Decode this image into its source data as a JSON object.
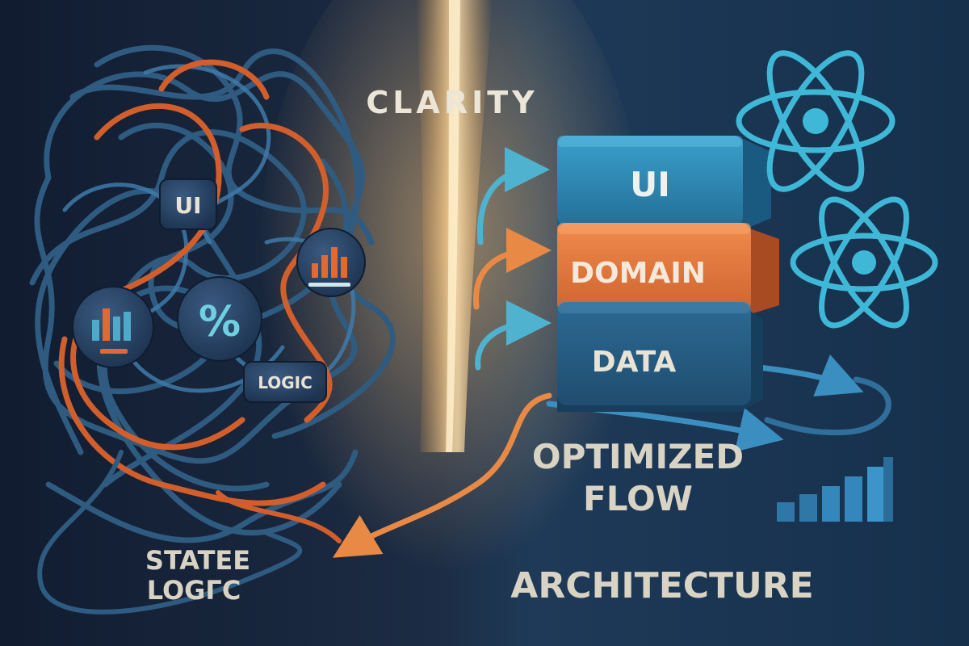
{
  "labels": {
    "clarity": "CLARITY",
    "chaos_ui": "UI",
    "chaos_percent": "%",
    "chaos_logic": "LOGIC",
    "state_logic_line1": "STATEE",
    "state_logic_line2": "LOGГC"
  },
  "layers": {
    "ui": "UI",
    "domain": "DOMAIN",
    "data": "DATA"
  },
  "caption": {
    "line1": "OPTIMIZED",
    "line2": "FLOW",
    "line3": "ARCHITECTURE"
  },
  "icons": [
    "react-atom-icon",
    "react-atom-icon",
    "bar-chart-icon",
    "percent-icon",
    "bar-chart-icon",
    "bar-chart-icon"
  ],
  "colors": {
    "background_dark": "#13213a",
    "background_right": "#1d3d5c",
    "tangle_blue": "#3b6f99",
    "tangle_orange": "#d8602e",
    "light_beam": "#f4b860",
    "layer_ui": "#2e86b0",
    "layer_domain": "#e47a3e",
    "layer_data": "#25587c",
    "react_cyan": "#3fb8d8",
    "text_light": "#e9e3d6"
  }
}
